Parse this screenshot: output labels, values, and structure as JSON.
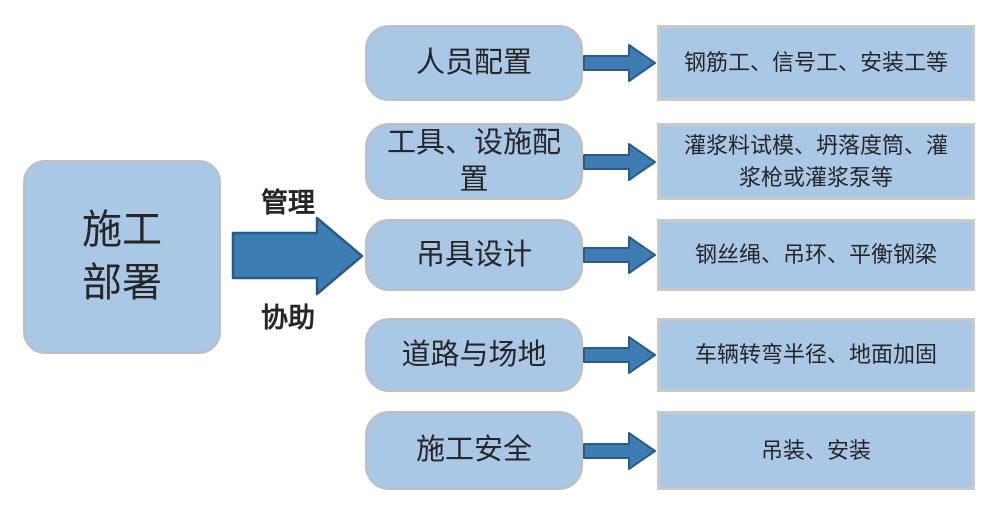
{
  "root": {
    "label": "施工部署"
  },
  "arrow_labels": {
    "top": "管理",
    "bottom": "协助"
  },
  "rows": [
    {
      "label": "人员配置",
      "detail": "钢筋工、信号工、安装工等"
    },
    {
      "label": "工具、设施配置",
      "detail": "灌浆料试模、坍落度筒、灌浆枪或灌浆泵等"
    },
    {
      "label": "吊具设计",
      "detail": "钢丝绳、吊环、平衡钢梁"
    },
    {
      "label": "道路与场地",
      "detail": "车辆转弯半径、地面加固"
    },
    {
      "label": "施工安全",
      "detail": "吊装、安装"
    }
  ],
  "icons": {
    "big_arrow": "right-arrow",
    "row_arrow": "right-arrow"
  },
  "colors": {
    "box_fill": "#a9c8e6",
    "box_border": "#bfbfbf",
    "rect_border": "#c9c9c9",
    "arrow_fill": "#3e7cb4",
    "arrow_stroke": "#2a5a85",
    "text": "#262626"
  }
}
